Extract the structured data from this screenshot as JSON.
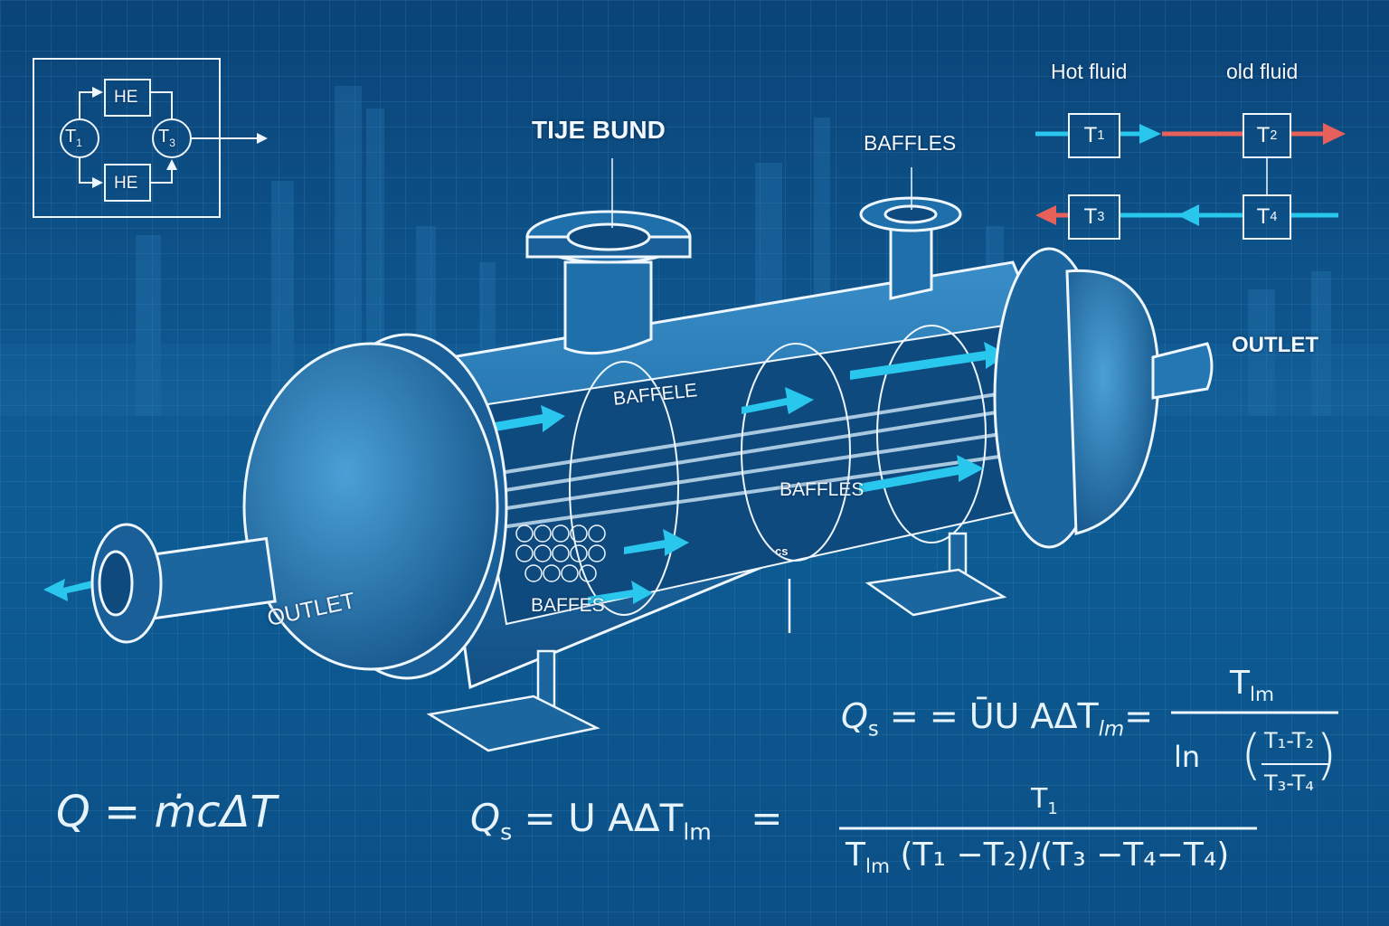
{
  "background": {
    "primary": "#0c4f86",
    "accent_cyan": "#29c6ee",
    "accent_red": "#e8605a",
    "line": "#eef6ff"
  },
  "loop_diagram": {
    "nodes": [
      {
        "label": "T",
        "sub": "1"
      },
      {
        "label": "T",
        "sub": "3"
      }
    ],
    "exchangers": [
      "HE",
      "HE"
    ]
  },
  "labels": {
    "tube_bundle": "TIJE BUND",
    "baffles_top": "BAFFLES",
    "outlet_right": "OUTLET",
    "outlet_left": "OUTLET",
    "baffle_mid": "BAFFELE",
    "baffles_mid": "BAFFLES",
    "baffes_low": "BAFFES",
    "cs": "cs"
  },
  "flow_diagram": {
    "hot_label": "Hot fluid",
    "cold_label": "old fluid",
    "boxes": [
      {
        "label": "T",
        "sub": "1"
      },
      {
        "label": "T",
        "sub": "2"
      },
      {
        "label": "T",
        "sub": "3"
      },
      {
        "label": "T",
        "sub": "4"
      }
    ]
  },
  "equations": {
    "eq1": {
      "lhs": "Q",
      "rest": "= ṁcΔT"
    },
    "eq2": {
      "lhs": "Q",
      "lhs_sub": "s",
      "mid": "= U AΔT",
      "mid_sub": "lm",
      "eq": "=",
      "num": "T",
      "num_sub": "1",
      "den_a": "T",
      "den_a_sub": "lm",
      "den_b": "(T₁ −T₂)/(T₃ −T₄−T₄)"
    },
    "eq3": {
      "lhs": "Q",
      "lhs_sub": "s",
      "mid": "= =  ŪU AΔT",
      "mid_sub": "lm",
      "eq": "=",
      "num": "T",
      "num_sub": "lm",
      "ln": "ln",
      "frac_num": "T₁-T₂",
      "frac_den": "T₃-T₄"
    }
  }
}
